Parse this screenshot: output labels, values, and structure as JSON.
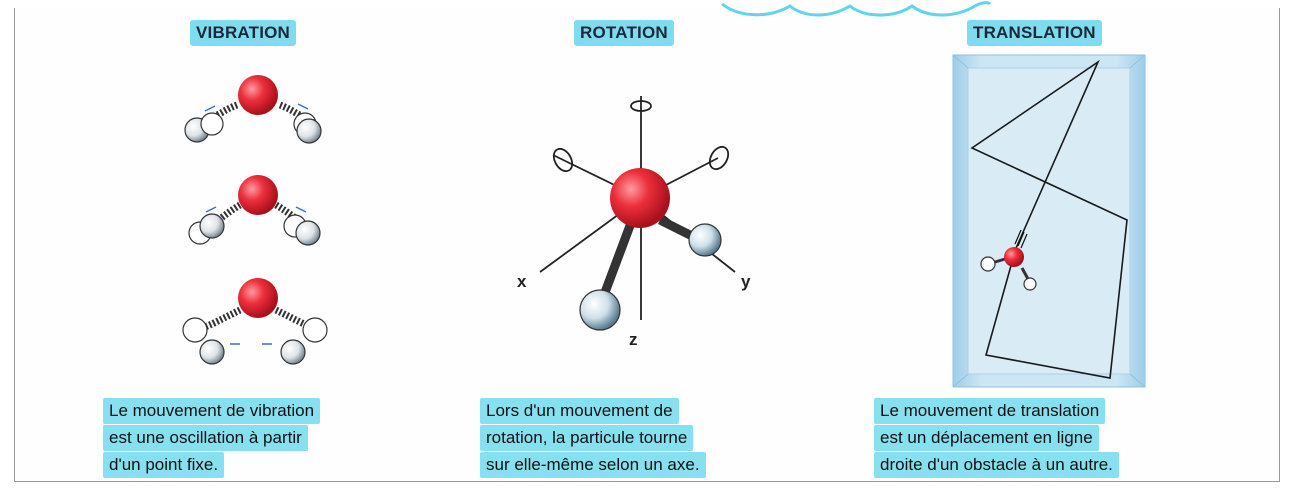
{
  "panels": {
    "vibration": {
      "title": "VIBRATION",
      "caption": [
        "Le mouvement de vibration",
        "est une oscillation à partir",
        "d'un point fixe."
      ]
    },
    "rotation": {
      "title": "ROTATION",
      "caption": [
        "Lors d'un mouvement de",
        "rotation, la particule tourne",
        "sur elle-même selon un axe."
      ],
      "axes": {
        "x": "x",
        "y": "y",
        "z": "z"
      }
    },
    "translation": {
      "title": "TRANSLATION",
      "caption": [
        "Le mouvement de translation",
        "est un déplacement en ligne",
        "droite d'un obstacle à un autre."
      ]
    }
  },
  "colors": {
    "highlight": "#86e0f0",
    "oxygen": "#e8303a",
    "hydrogen": "#dfe6ea",
    "container": "#b9dcef"
  }
}
